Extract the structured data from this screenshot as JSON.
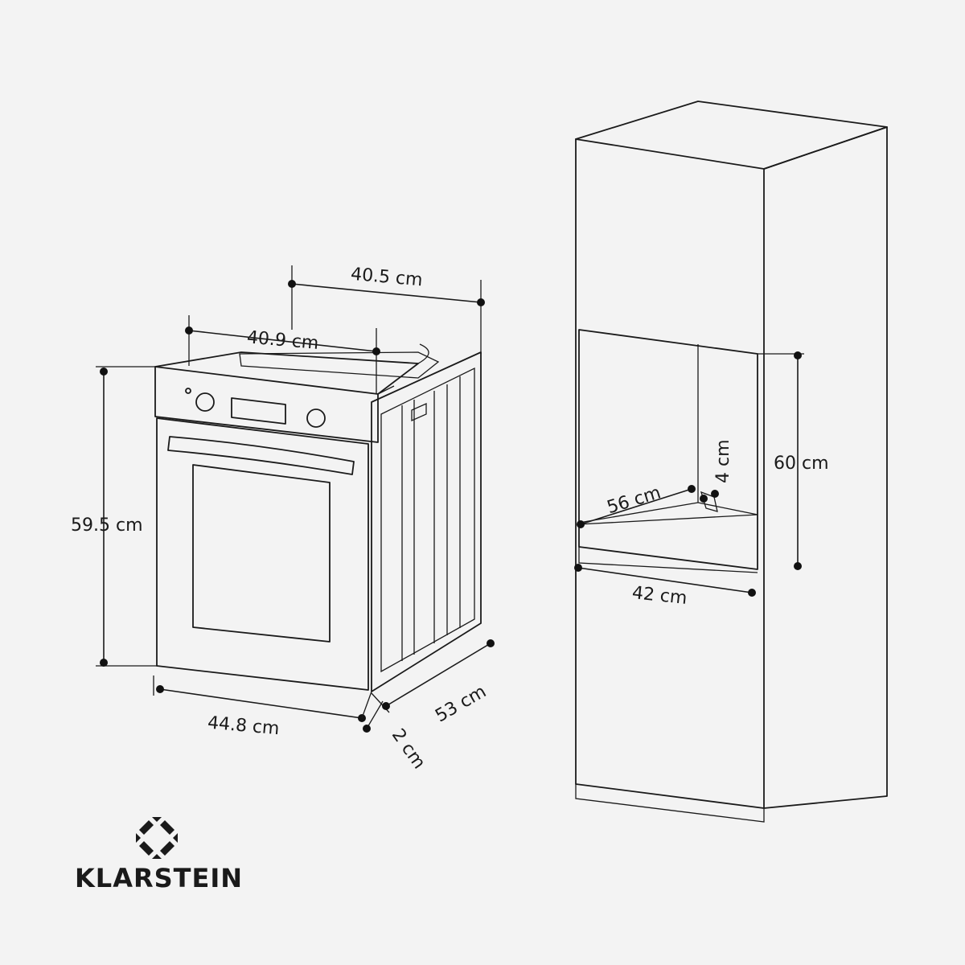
{
  "brand": {
    "name": "KLARSTEIN",
    "logo_icon": "klarstein-diamond-logo-icon"
  },
  "oven_dimensions": {
    "depth_top": "40.5 cm",
    "width_top": "40.9 cm",
    "height": "59.5 cm",
    "width_bottom": "44.8 cm",
    "depth_side": "53 cm",
    "front_panel": "2 cm"
  },
  "cabinet_dimensions": {
    "niche_depth": "56 cm",
    "vent_gap": "4 cm",
    "niche_height": "60 cm",
    "niche_width": "42 cm"
  }
}
